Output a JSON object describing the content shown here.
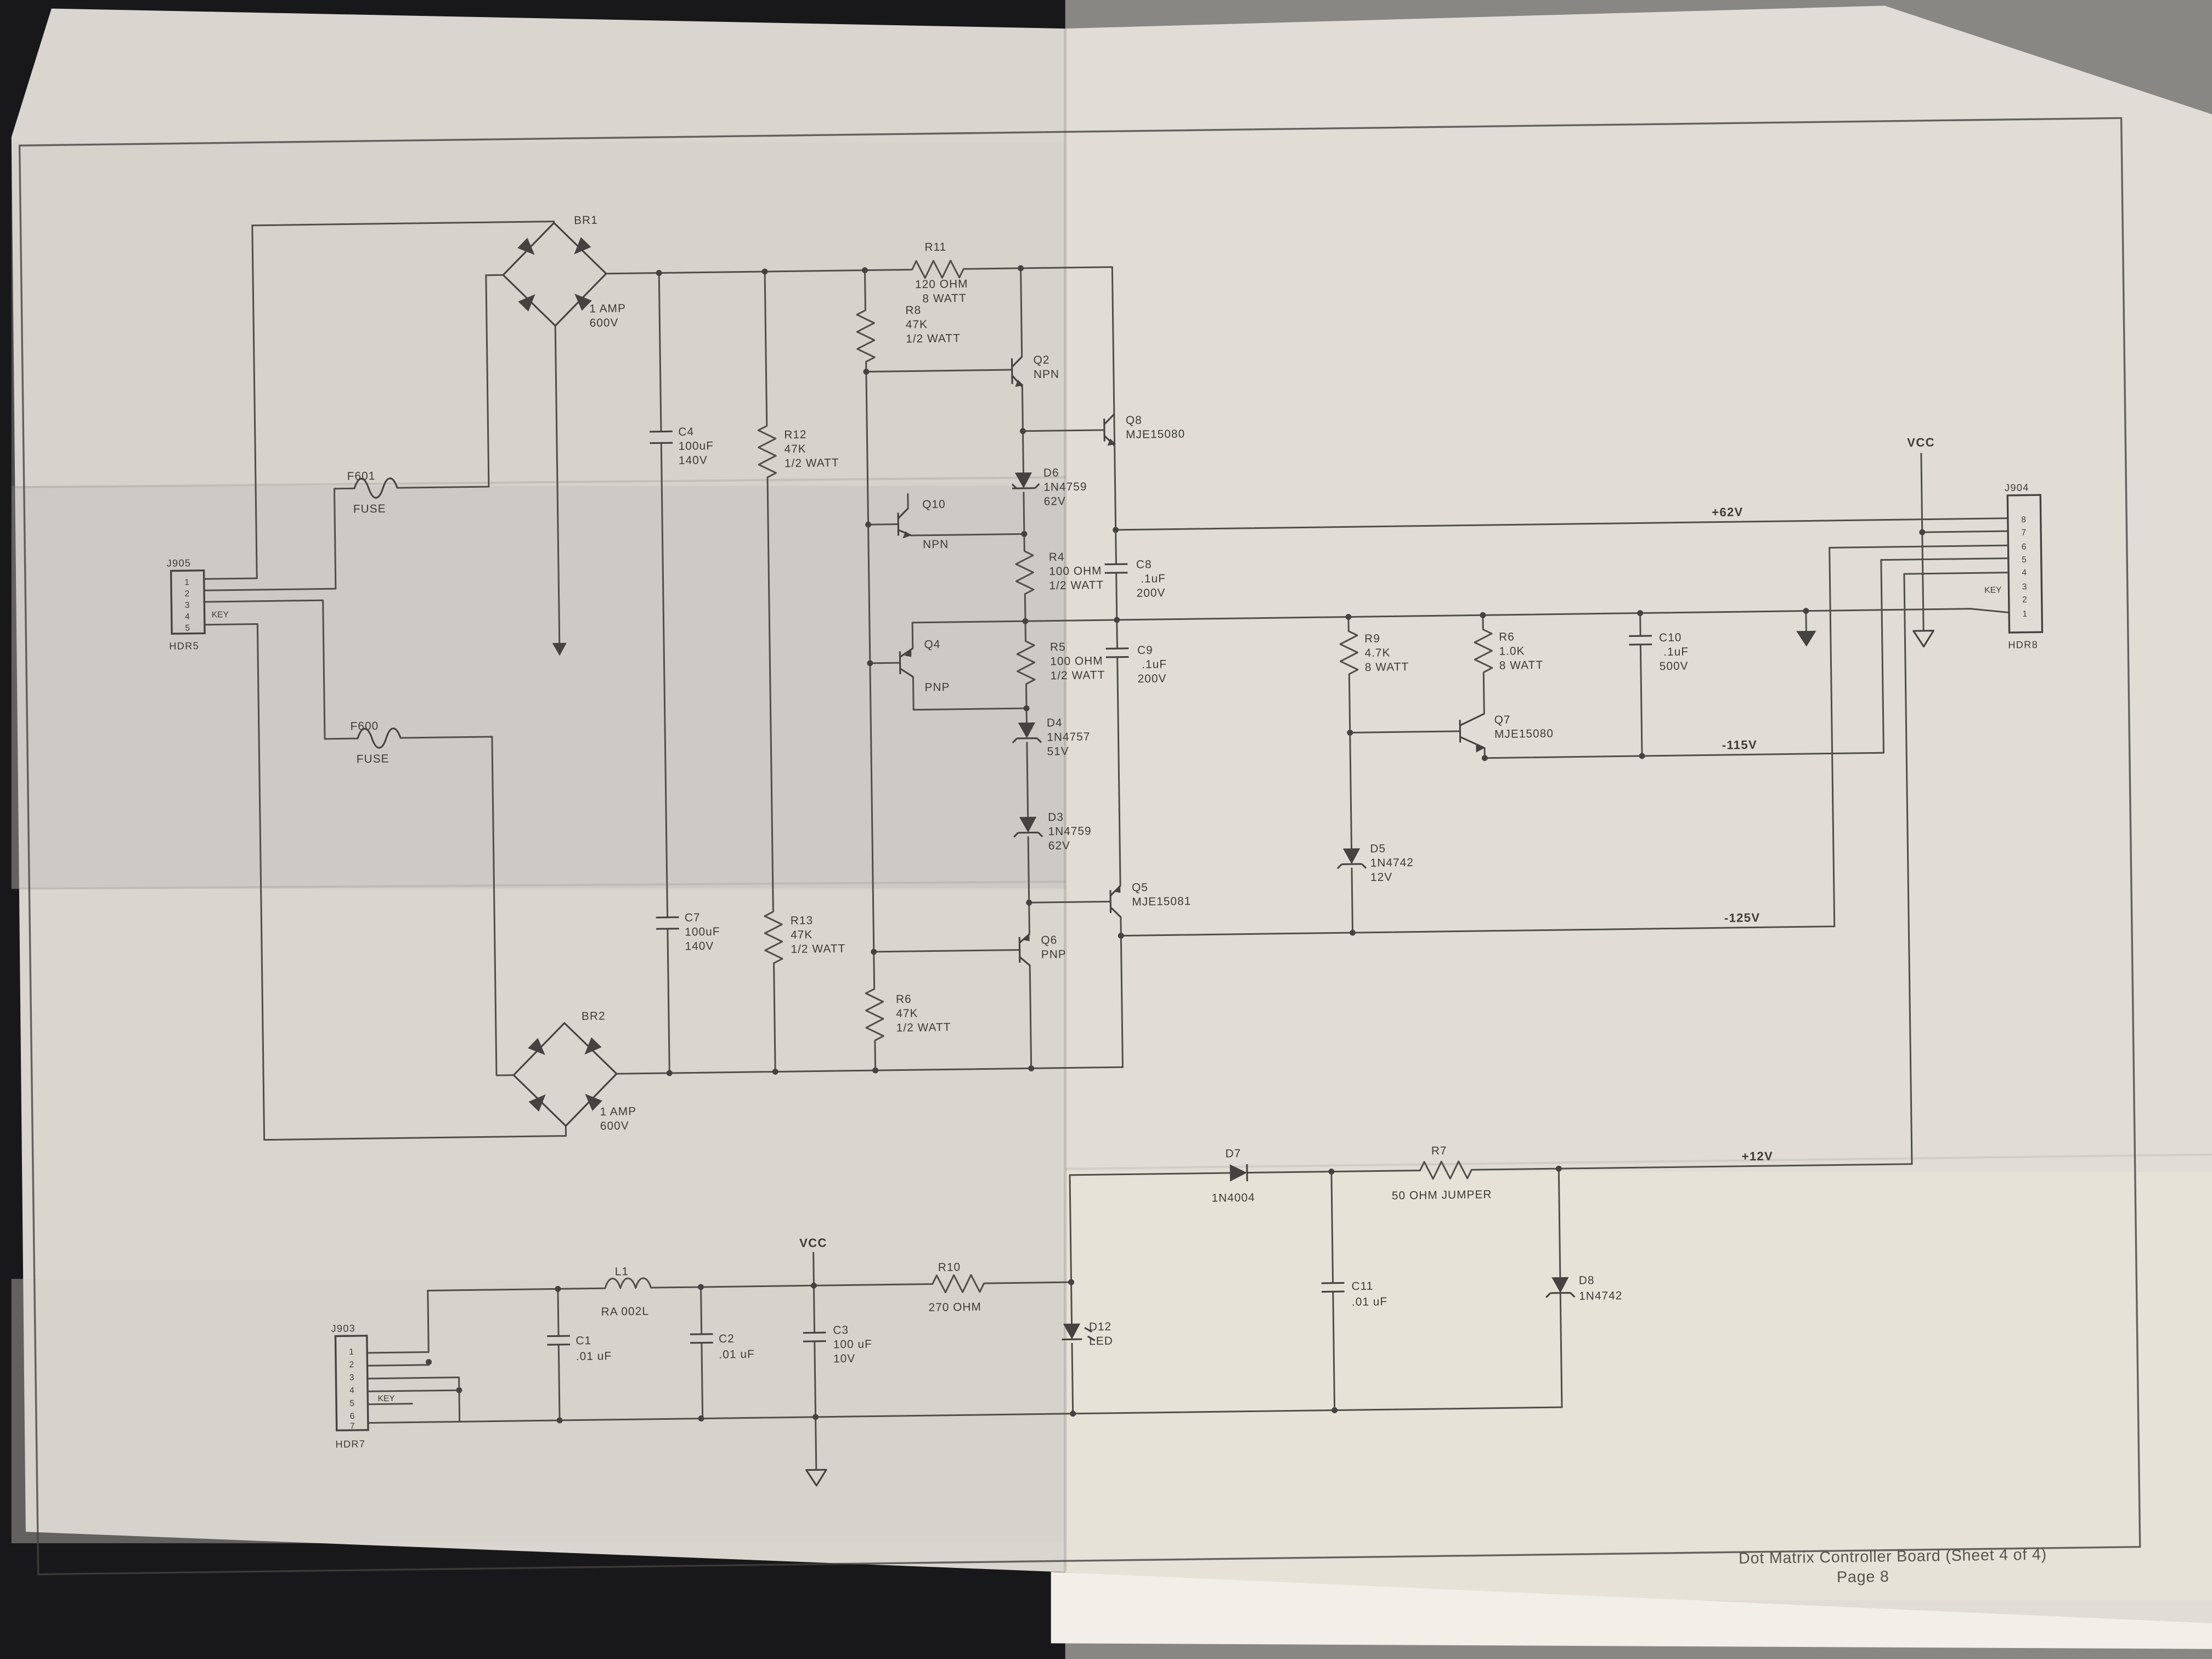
{
  "title_block": {
    "line1": "Dot Matrix Controller Board (Sheet 4 of 4)",
    "line2": "Page 8"
  },
  "nets": {
    "vcc_top": "VCC",
    "vcc_bottom": "VCC",
    "plus62": "+62V",
    "minus115": "-115V",
    "minus125": "-125V",
    "plus12": "+12V"
  },
  "connectors": {
    "j905": {
      "name": "J905",
      "pins": [
        "1",
        "2",
        "3",
        "4",
        "5"
      ],
      "key": "KEY",
      "type": "HDR5"
    },
    "j904": {
      "name": "J904",
      "pins": [
        "8",
        "7",
        "6",
        "5",
        "4",
        "3",
        "2",
        "1"
      ],
      "key": "KEY",
      "type": "HDR8"
    },
    "j903": {
      "name": "J903",
      "pins": [
        "1",
        "2",
        "3",
        "4",
        "5",
        "6",
        "7"
      ],
      "key": "KEY",
      "type": "HDR7"
    }
  },
  "components": {
    "br1": {
      "ref": "BR1",
      "value": "1 AMP",
      "rating": "600V"
    },
    "br2": {
      "ref": "BR2",
      "value": "1 AMP",
      "rating": "600V"
    },
    "f601": {
      "ref": "F601",
      "value": "FUSE"
    },
    "f600": {
      "ref": "F600",
      "value": "FUSE"
    },
    "r11": {
      "ref": "R11",
      "value": "120 OHM",
      "rating": "8 WATT"
    },
    "r8": {
      "ref": "R8",
      "value": "47K",
      "rating": "1/2 WATT"
    },
    "r12": {
      "ref": "R12",
      "value": "47K",
      "rating": "1/2 WATT"
    },
    "r13": {
      "ref": "R13",
      "value": "47K",
      "rating": "1/2 WATT"
    },
    "r6_lower": {
      "ref": "R6",
      "value": "47K",
      "rating": "1/2 WATT"
    },
    "r4": {
      "ref": "R4",
      "value": "100 OHM",
      "rating": "1/2 WATT"
    },
    "r5": {
      "ref": "R5",
      "value": "100 OHM",
      "rating": "1/2 WATT"
    },
    "r9": {
      "ref": "R9",
      "value": "4.7K",
      "rating": "8 WATT"
    },
    "r6_right": {
      "ref": "R6",
      "value": "1.0K",
      "rating": "8 WATT"
    },
    "r10": {
      "ref": "R10",
      "value": "270 OHM"
    },
    "r7": {
      "ref": "R7",
      "value": "50 OHM JUMPER"
    },
    "l1": {
      "ref": "L1",
      "value": "RA 002L"
    },
    "c4": {
      "ref": "C4",
      "value": "100uF",
      "rating": "140V"
    },
    "c7": {
      "ref": "C7",
      "value": "100uF",
      "rating": "140V"
    },
    "c8": {
      "ref": "C8",
      "value": ".1uF",
      "rating": "200V"
    },
    "c9": {
      "ref": "C9",
      "value": ".1uF",
      "rating": "200V"
    },
    "c10": {
      "ref": "C10",
      "value": ".1uF",
      "rating": "500V"
    },
    "c11": {
      "ref": "C11",
      "value": ".01 uF"
    },
    "c1": {
      "ref": "C1",
      "value": ".01 uF"
    },
    "c2": {
      "ref": "C2",
      "value": ".01 uF"
    },
    "c3": {
      "ref": "C3",
      "value": "100 uF",
      "rating": "10V"
    },
    "d6": {
      "ref": "D6",
      "value": "1N4759",
      "rating": "62V"
    },
    "d4": {
      "ref": "D4",
      "value": "1N4757",
      "rating": "51V"
    },
    "d3": {
      "ref": "D3",
      "value": "1N4759",
      "rating": "62V"
    },
    "d5": {
      "ref": "D5",
      "value": "1N4742",
      "rating": "12V"
    },
    "d7": {
      "ref": "D7",
      "value": "1N4004"
    },
    "d8": {
      "ref": "D8",
      "value": "1N4742"
    },
    "d12": {
      "ref": "D12",
      "value": "LED"
    },
    "q2": {
      "ref": "Q2",
      "value": "NPN"
    },
    "q10": {
      "ref": "Q10",
      "value": "NPN"
    },
    "q4": {
      "ref": "Q4",
      "value": "PNP"
    },
    "q6": {
      "ref": "Q6",
      "value": "PNP"
    },
    "q8": {
      "ref": "Q8",
      "value": "MJE15080"
    },
    "q5": {
      "ref": "Q5",
      "value": "MJE15081"
    },
    "q7": {
      "ref": "Q7",
      "value": "MJE15080"
    }
  }
}
